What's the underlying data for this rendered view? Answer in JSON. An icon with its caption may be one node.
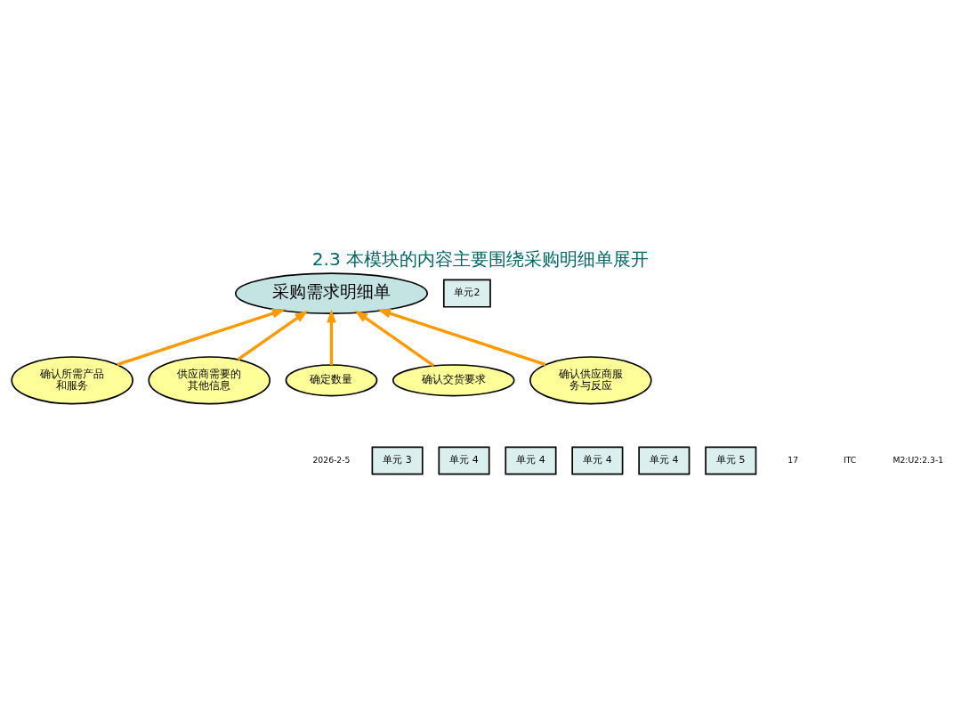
{
  "diagram": {
    "title": "2.3 本模块的内容主要围绕采购明细单展开",
    "nodes": [
      {
        "text": [
          "采购需求明细单"
        ]
      },
      {
        "text": [
          "单元2"
        ]
      },
      {
        "text": [
          "确认所需产品和服务"
        ]
      },
      {
        "text": [
          "供应商需要的其他信息"
        ]
      },
      {
        "text": [
          "确定数量"
        ]
      },
      {
        "text": [
          "确认交货要求"
        ]
      },
      {
        "text": [
          "确认供应商服务与反应"
        ]
      },
      {
        "text": [
          "单元 3"
        ]
      },
      {
        "text": [
          "单元 4"
        ]
      },
      {
        "text": [
          "单元 4"
        ]
      },
      {
        "text": [
          "单元 4"
        ]
      },
      {
        "text": [
          "单元 4"
        ]
      },
      {
        "text": [
          "单元 5"
        ]
      }
    ],
    "edges": [
      {
        "from": 2,
        "to": 0,
        "arrow": "to"
      },
      {
        "from": 4,
        "to": 0,
        "arrow": "to"
      },
      {
        "from": 5,
        "to": 0,
        "arrow": "to"
      },
      {
        "from": 6,
        "to": 0,
        "arrow": "to"
      },
      {
        "from": 3,
        "to": 0,
        "arrow": "to"
      }
    ],
    "labels": [
      "2026-2-5",
      "17",
      "ITC",
      "M2:U2:2.3-1"
    ]
  }
}
